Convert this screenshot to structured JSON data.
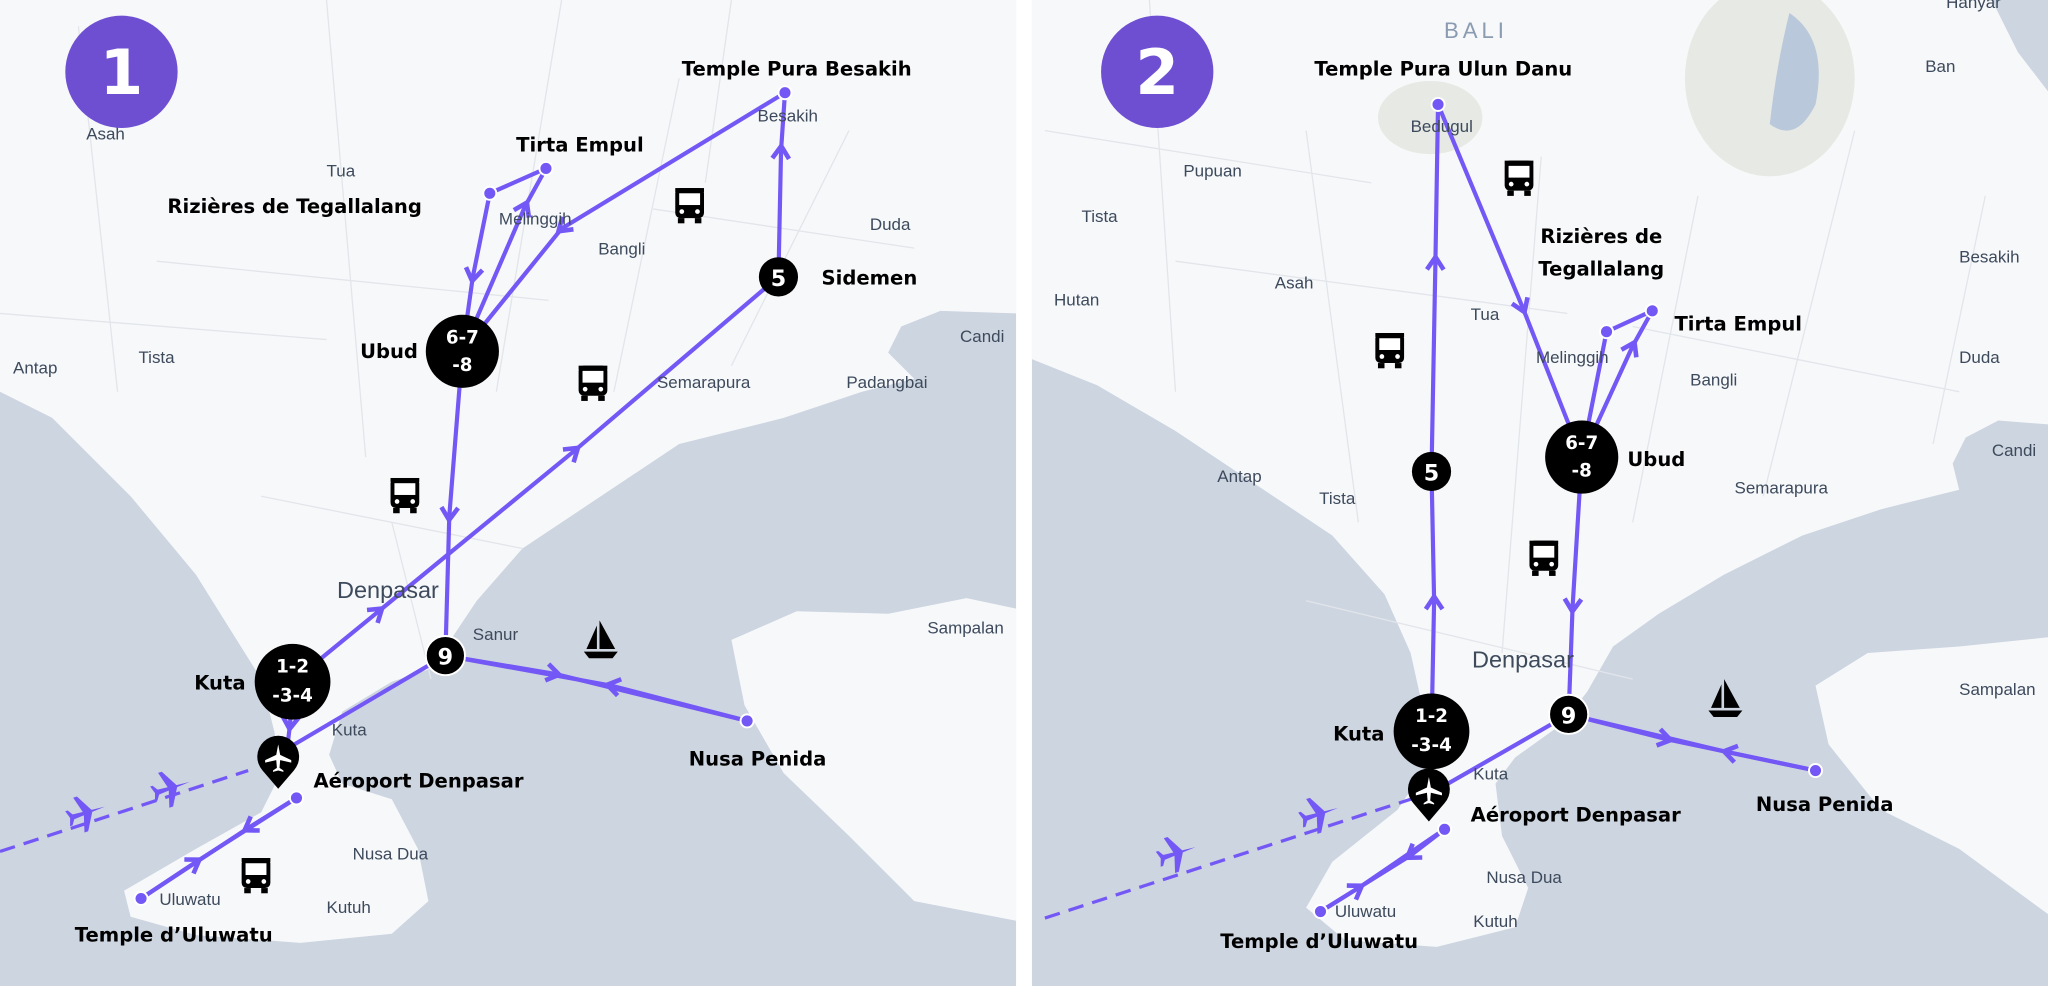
{
  "colors": {
    "route": "#7358f5",
    "badge": "#6e4fd2",
    "sea": "#cdd5e0",
    "land": "#f7f8fa",
    "stop": "#000000"
  },
  "icons": [
    "bus-icon",
    "sailboat-icon",
    "plane-icon",
    "airport-pin-icon"
  ],
  "panel1": {
    "badge": "1",
    "labels": {
      "besakih": "Temple Pura Besakih",
      "tirta": "Tirta Empul",
      "tegallalang": "Rizières de Tegallalang",
      "ubud": "Ubud",
      "sidemen": "Sidemen",
      "kuta": "Kuta",
      "airport": "Aéroport Denpasar",
      "nusa_penida": "Nusa Penida",
      "uluwatu": "Temple d’Uluwatu"
    },
    "stops": {
      "kuta": [
        "1-2",
        "-3-4"
      ],
      "ubud": [
        "6-7",
        "-8"
      ],
      "sidemen": "5",
      "sanur": "9"
    },
    "places": {
      "asah": "Asah",
      "tua": "Tua",
      "melinggih": "Melinggih",
      "besakih": "Besakih",
      "bangli": "Bangli",
      "duda": "Duda",
      "antap": "Antap",
      "tista": "Tista",
      "semarapura": "Semarapura",
      "padangbai": "Padangbai",
      "candi": "Candi",
      "denpasar": "Denpasar",
      "sanur": "Sanur",
      "sampalan": "Sampalan",
      "kuta": "Kuta",
      "nusa_dua": "Nusa Dua",
      "kutuh": "Kutuh",
      "uluwatu": "Uluwatu"
    }
  },
  "panel2": {
    "badge": "2",
    "region": "BALI",
    "labels": {
      "ulun_danu": "Temple Pura Ulun Danu",
      "tegallalang_1": "Rizières de",
      "tegallalang_2": "Tegallalang",
      "tirta": "Tirta Empul",
      "ubud": "Ubud",
      "kuta": "Kuta",
      "airport": "Aéroport Denpasar",
      "nusa_penida": "Nusa Penida",
      "uluwatu": "Temple d’Uluwatu"
    },
    "stops": {
      "kuta": [
        "1-2",
        "-3-4"
      ],
      "ubud": [
        "6-7",
        "-8"
      ],
      "bedugul": "5",
      "sanur": "9"
    },
    "places": {
      "hanyar": "Hanyar",
      "ban": "Ban",
      "bedugul": "Bedugul",
      "pupuan": "Pupuan",
      "tista": "Tista",
      "hutan": "Hutan",
      "asah": "Asah",
      "tua": "Tua",
      "melinggih": "Melinggih",
      "besakih": "Besakih",
      "bangli": "Bangli",
      "duda": "Duda",
      "candi": "Candi",
      "antap": "Antap",
      "tista2": "Tista",
      "semarapura": "Semarapura",
      "denpasar": "Denpasar",
      "sampalan": "Sampalan",
      "kuta": "Kuta",
      "nusa_dua": "Nusa Dua",
      "kutuh": "Kutuh",
      "uluwatu": "Uluwatu"
    }
  }
}
